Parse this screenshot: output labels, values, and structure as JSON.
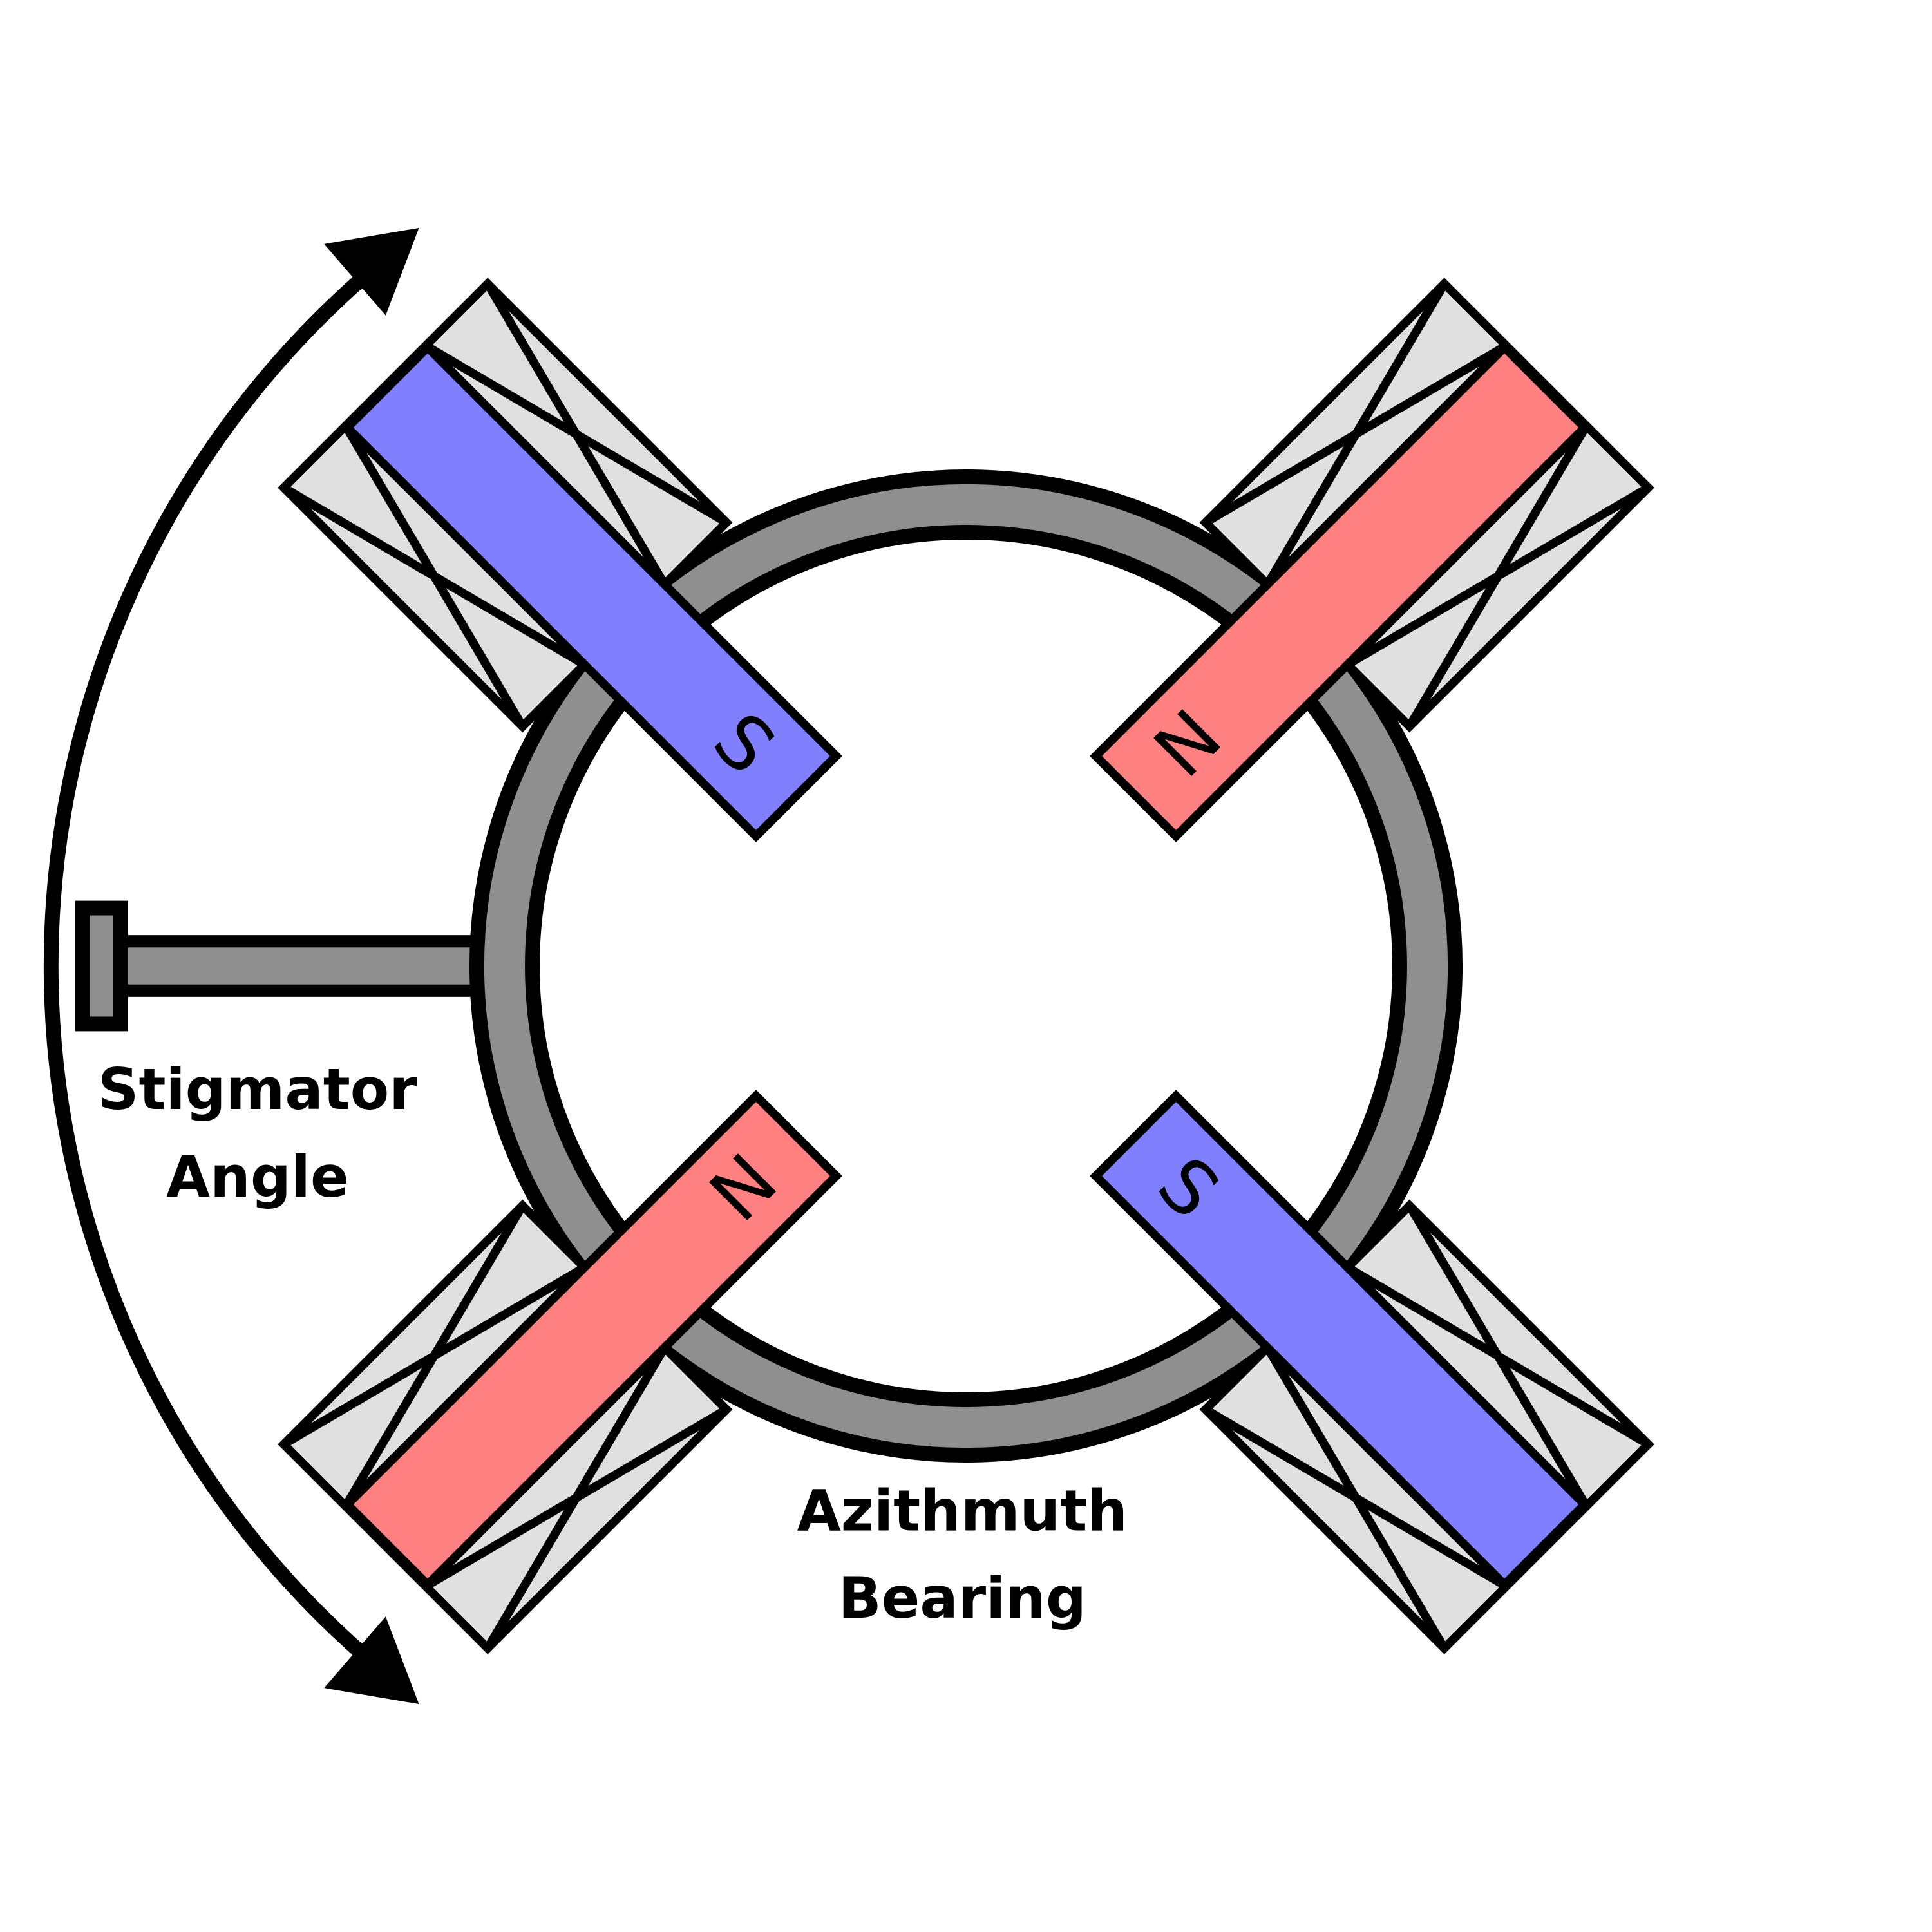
{
  "labels": {
    "stigmator_line1": "Stigmator",
    "stigmator_line2": "Angle",
    "azimuth_line1": "Azithmuth",
    "azimuth_line2": "Bearing"
  },
  "magnets": [
    {
      "position": "top-left",
      "pole": "S",
      "color": "#8080ff"
    },
    {
      "position": "top-right",
      "pole": "N",
      "color": "#ff8080"
    },
    {
      "position": "bottom-right",
      "pole": "S",
      "color": "#8080ff"
    },
    {
      "position": "bottom-left",
      "pole": "N",
      "color": "#ff8080"
    }
  ],
  "colors": {
    "ring": "#8f8f8f",
    "coil": "#e0e0e0",
    "outline": "#000000"
  }
}
